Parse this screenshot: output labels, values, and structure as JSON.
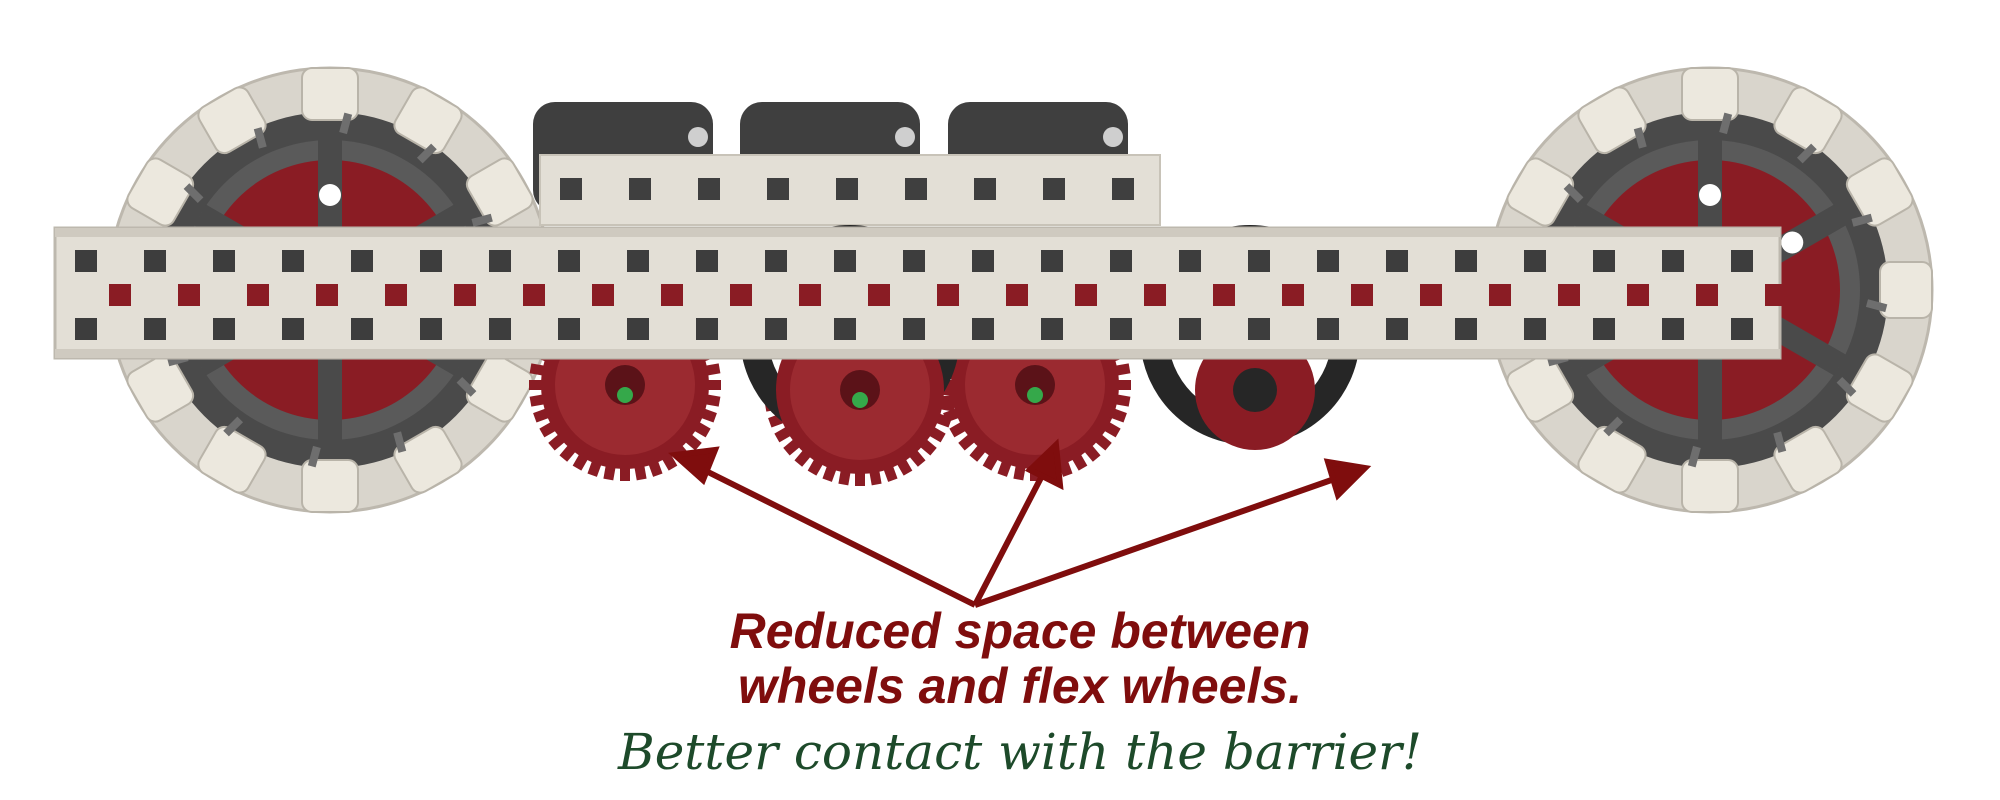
{
  "diagram": {
    "subject": "robot drivetrain side view with omni wheels, flex wheels and gears",
    "colors": {
      "maroon": "#8a1c24",
      "arrow": "#7f0d0d",
      "rail": "#e3dfd6",
      "dark": "#3d3d3d",
      "black": "#222222",
      "roller": "#ece8de",
      "green_text": "#1d4a2a"
    }
  },
  "annotation": {
    "line1": "Reduced space between",
    "line2": "wheels and flex wheels.",
    "secondary": "Better contact with the barrier!"
  }
}
